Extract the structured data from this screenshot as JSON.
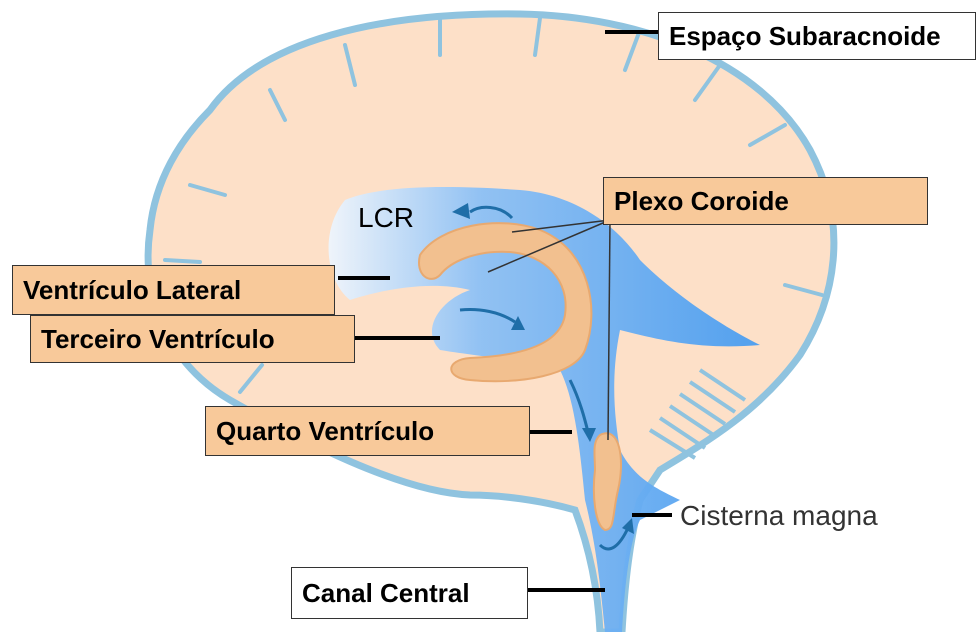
{
  "labels": {
    "subarachnoid": "Espaço Subaracnoide",
    "choroid_plexus": "Plexo Coroide",
    "csf": "LCR",
    "lateral_ventricle": "Ventrículo Lateral",
    "third_ventricle": "Terceiro Ventrículo",
    "fourth_ventricle": "Quarto Ventrículo",
    "cisterna_magna": "Cisterna magna",
    "central_canal": "Canal Central"
  },
  "colors": {
    "brain_fill": "#fde0c8",
    "meninges_outline": "#8fc3df",
    "csf_blue": "#5aa9f2",
    "csf_light": "#dcecfb",
    "choroid_plexus": "#f2c08f",
    "label_tan": "#f8c99a",
    "leader_line": "#000000"
  }
}
